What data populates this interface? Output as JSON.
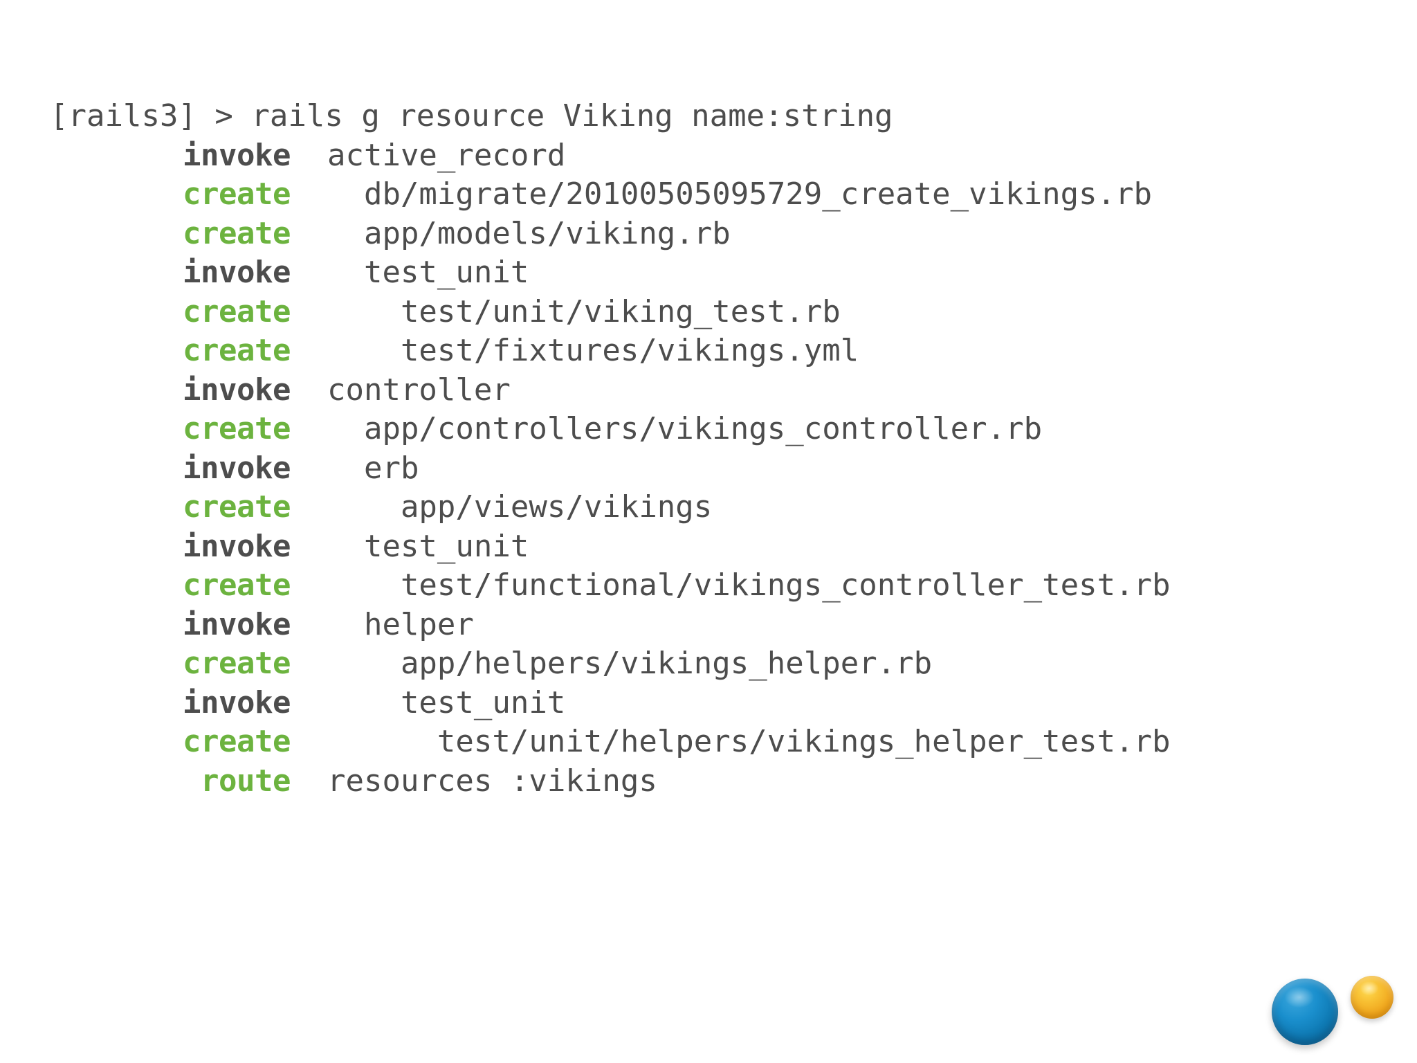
{
  "slide": {
    "background_color": "#ffffff",
    "text_color": "#4d4d4d",
    "accent_green": "#6cb33f",
    "bubble_blue": "#1583c0",
    "bubble_orange": "#f0a81f"
  },
  "terminal": {
    "prompt_line": "[rails3] > rails g resource Viking name:string",
    "lines": [
      {
        "action": "invoke",
        "action_kind": "invoke",
        "payload": "  active_record"
      },
      {
        "action": "create",
        "action_kind": "create",
        "payload": "    db/migrate/20100505095729_create_vikings.rb"
      },
      {
        "action": "create",
        "action_kind": "create",
        "payload": "    app/models/viking.rb"
      },
      {
        "action": "invoke",
        "action_kind": "invoke",
        "payload": "    test_unit"
      },
      {
        "action": "create",
        "action_kind": "create",
        "payload": "      test/unit/viking_test.rb"
      },
      {
        "action": "create",
        "action_kind": "create",
        "payload": "      test/fixtures/vikings.yml"
      },
      {
        "action": "invoke",
        "action_kind": "invoke",
        "payload": "  controller"
      },
      {
        "action": "create",
        "action_kind": "create",
        "payload": "    app/controllers/vikings_controller.rb"
      },
      {
        "action": "invoke",
        "action_kind": "invoke",
        "payload": "    erb"
      },
      {
        "action": "create",
        "action_kind": "create",
        "payload": "      app/views/vikings"
      },
      {
        "action": "invoke",
        "action_kind": "invoke",
        "payload": "    test_unit"
      },
      {
        "action": "create",
        "action_kind": "create",
        "payload": "      test/functional/vikings_controller_test.rb"
      },
      {
        "action": "invoke",
        "action_kind": "invoke",
        "payload": "    helper"
      },
      {
        "action": "create",
        "action_kind": "create",
        "payload": "      app/helpers/vikings_helper.rb"
      },
      {
        "action": "invoke",
        "action_kind": "invoke",
        "payload": "      test_unit"
      },
      {
        "action": "create",
        "action_kind": "create",
        "payload": "        test/unit/helpers/vikings_helper_test.rb"
      },
      {
        "action": "route",
        "action_kind": "route",
        "payload": "  resources :vikings"
      }
    ]
  },
  "decoration": {
    "blue_bubble_label": "blue-bubble",
    "orange_bubble_label": "orange-bubble"
  }
}
